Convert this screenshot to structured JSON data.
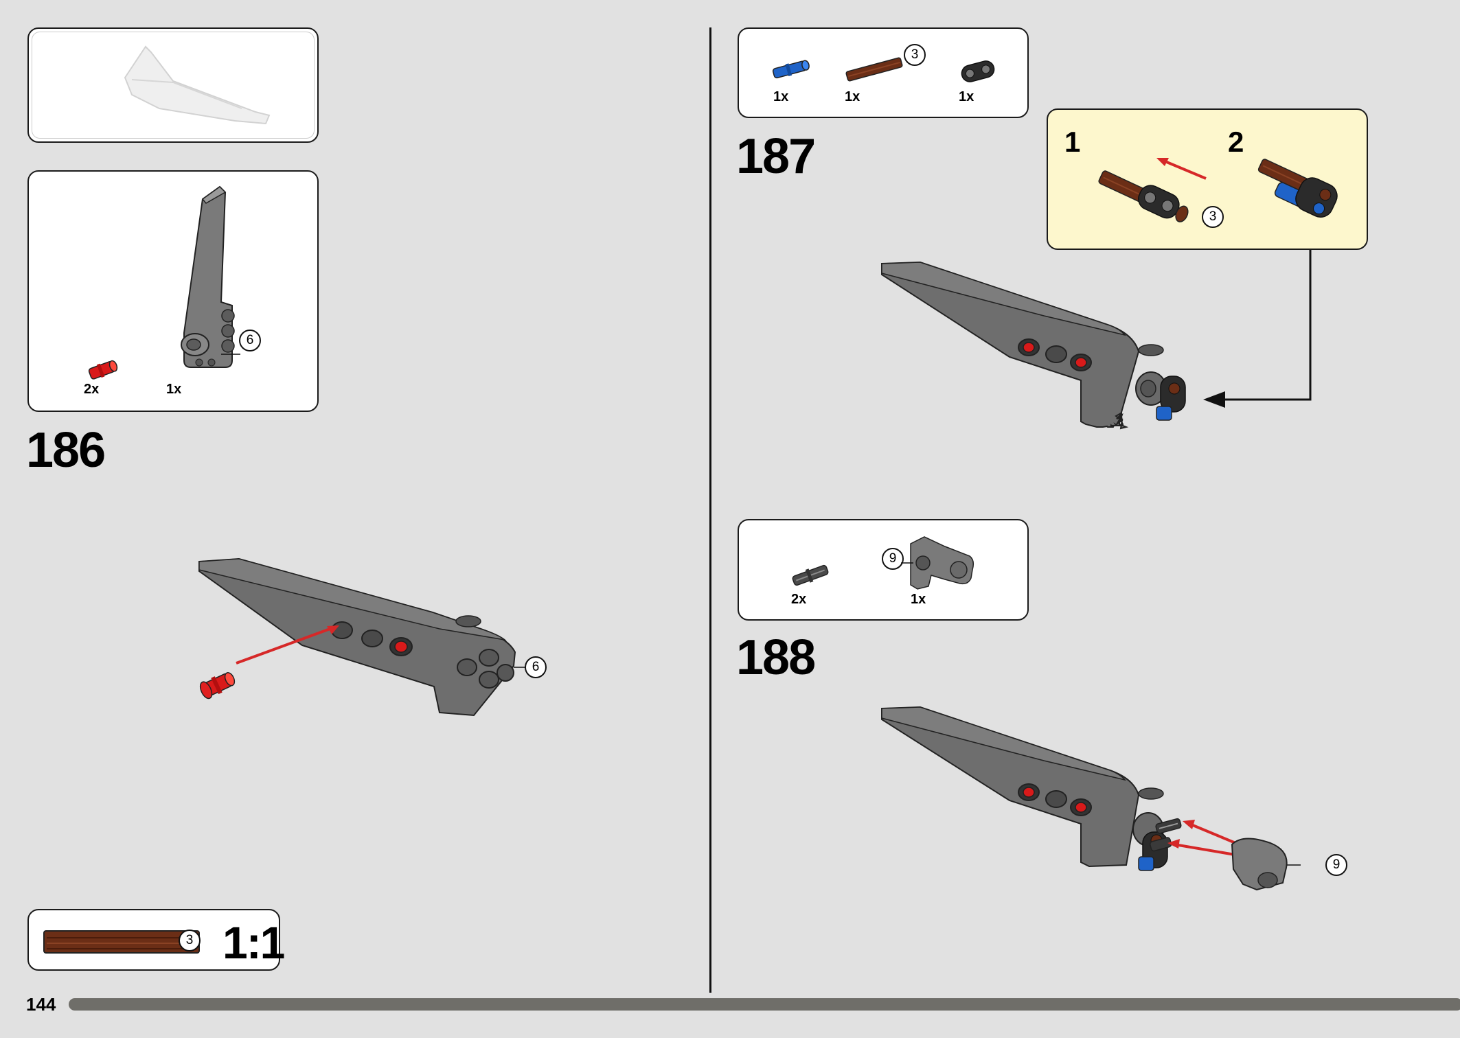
{
  "page": {
    "number": "144"
  },
  "previous_view": {},
  "step186": {
    "number": "186",
    "parts": [
      {
        "qty": "2x",
        "part": "red-pin-icon",
        "color": "#d91a1a"
      },
      {
        "qty": "1x",
        "part": "gray-panel-icon",
        "color": "#6b6b6b"
      }
    ],
    "part_callout": "6",
    "model_callout": "6"
  },
  "step187": {
    "number": "187",
    "parts": [
      {
        "qty": "1x",
        "part": "blue-pin-icon",
        "color": "#1f63c8"
      },
      {
        "qty": "1x",
        "part": "brown-axle-icon",
        "color": "#6b2e16",
        "callout": "3"
      },
      {
        "qty": "1x",
        "part": "black-connector-icon",
        "color": "#2b2b2b"
      }
    ],
    "substeps": [
      {
        "number": "1",
        "callout": "3"
      },
      {
        "number": "2"
      }
    ]
  },
  "step188": {
    "number": "188",
    "parts": [
      {
        "qty": "2x",
        "part": "gray-axle-pin-icon",
        "color": "#5a5a5a"
      },
      {
        "qty": "1x",
        "part": "gray-connector-icon",
        "color": "#6b6b6b",
        "callout": "9"
      }
    ],
    "model_callout": "9"
  },
  "scale_box": {
    "callout": "3",
    "ratio": "1:1"
  },
  "colors": {
    "background": "#e1e1e1",
    "callout_bg": "#fdf7cd",
    "arrow": "#d62828",
    "progress": "#6f6e69"
  }
}
